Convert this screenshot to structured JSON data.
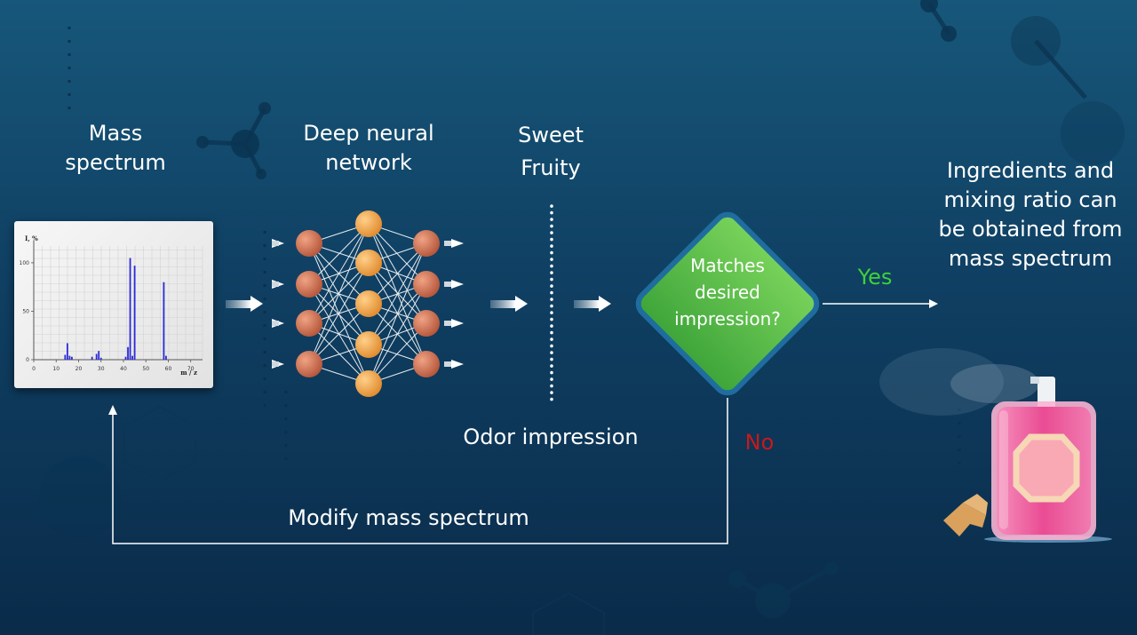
{
  "labels": {
    "mass_spectrum": "Mass\nspectrum",
    "dnn": "Deep neural\nnetwork",
    "odor_terms": "Sweet\nFruity",
    "odor_impression": "Odor impression",
    "decision": "Matches\ndesired\nimpression?",
    "yes": "Yes",
    "no": "No",
    "outcome": "Ingredients and\nmixing ratio can\nbe obtained from\nmass spectrum",
    "modify": "Modify mass spectrum"
  },
  "spectrum": {
    "ylabel": "I, %",
    "xlabel": "m / z",
    "x_ticks": [
      "0",
      "10",
      "20",
      "30",
      "40",
      "50",
      "60",
      "70"
    ],
    "y_ticks": [
      "0",
      "50",
      "100"
    ],
    "peaks": [
      {
        "mz": 14,
        "i": 5
      },
      {
        "mz": 15,
        "i": 17
      },
      {
        "mz": 16,
        "i": 4
      },
      {
        "mz": 17,
        "i": 3
      },
      {
        "mz": 26,
        "i": 3
      },
      {
        "mz": 28,
        "i": 6
      },
      {
        "mz": 29,
        "i": 9
      },
      {
        "mz": 30,
        "i": 2
      },
      {
        "mz": 41,
        "i": 3
      },
      {
        "mz": 42,
        "i": 13
      },
      {
        "mz": 43,
        "i": 105
      },
      {
        "mz": 44,
        "i": 4
      },
      {
        "mz": 45,
        "i": 97
      },
      {
        "mz": 58,
        "i": 80
      },
      {
        "mz": 59,
        "i": 4
      }
    ],
    "colors": {
      "peak": "#2b2bd6"
    }
  },
  "network": {
    "layers": [
      4,
      5,
      4
    ],
    "colors": {
      "outer": "#c46a4c",
      "hidden": "#f0a04c"
    }
  },
  "colors": {
    "decision_fill": "#5cbf46",
    "decision_border": "#1f6d9f",
    "bottle": "#ec4f96",
    "cap": "#d9a15c"
  }
}
